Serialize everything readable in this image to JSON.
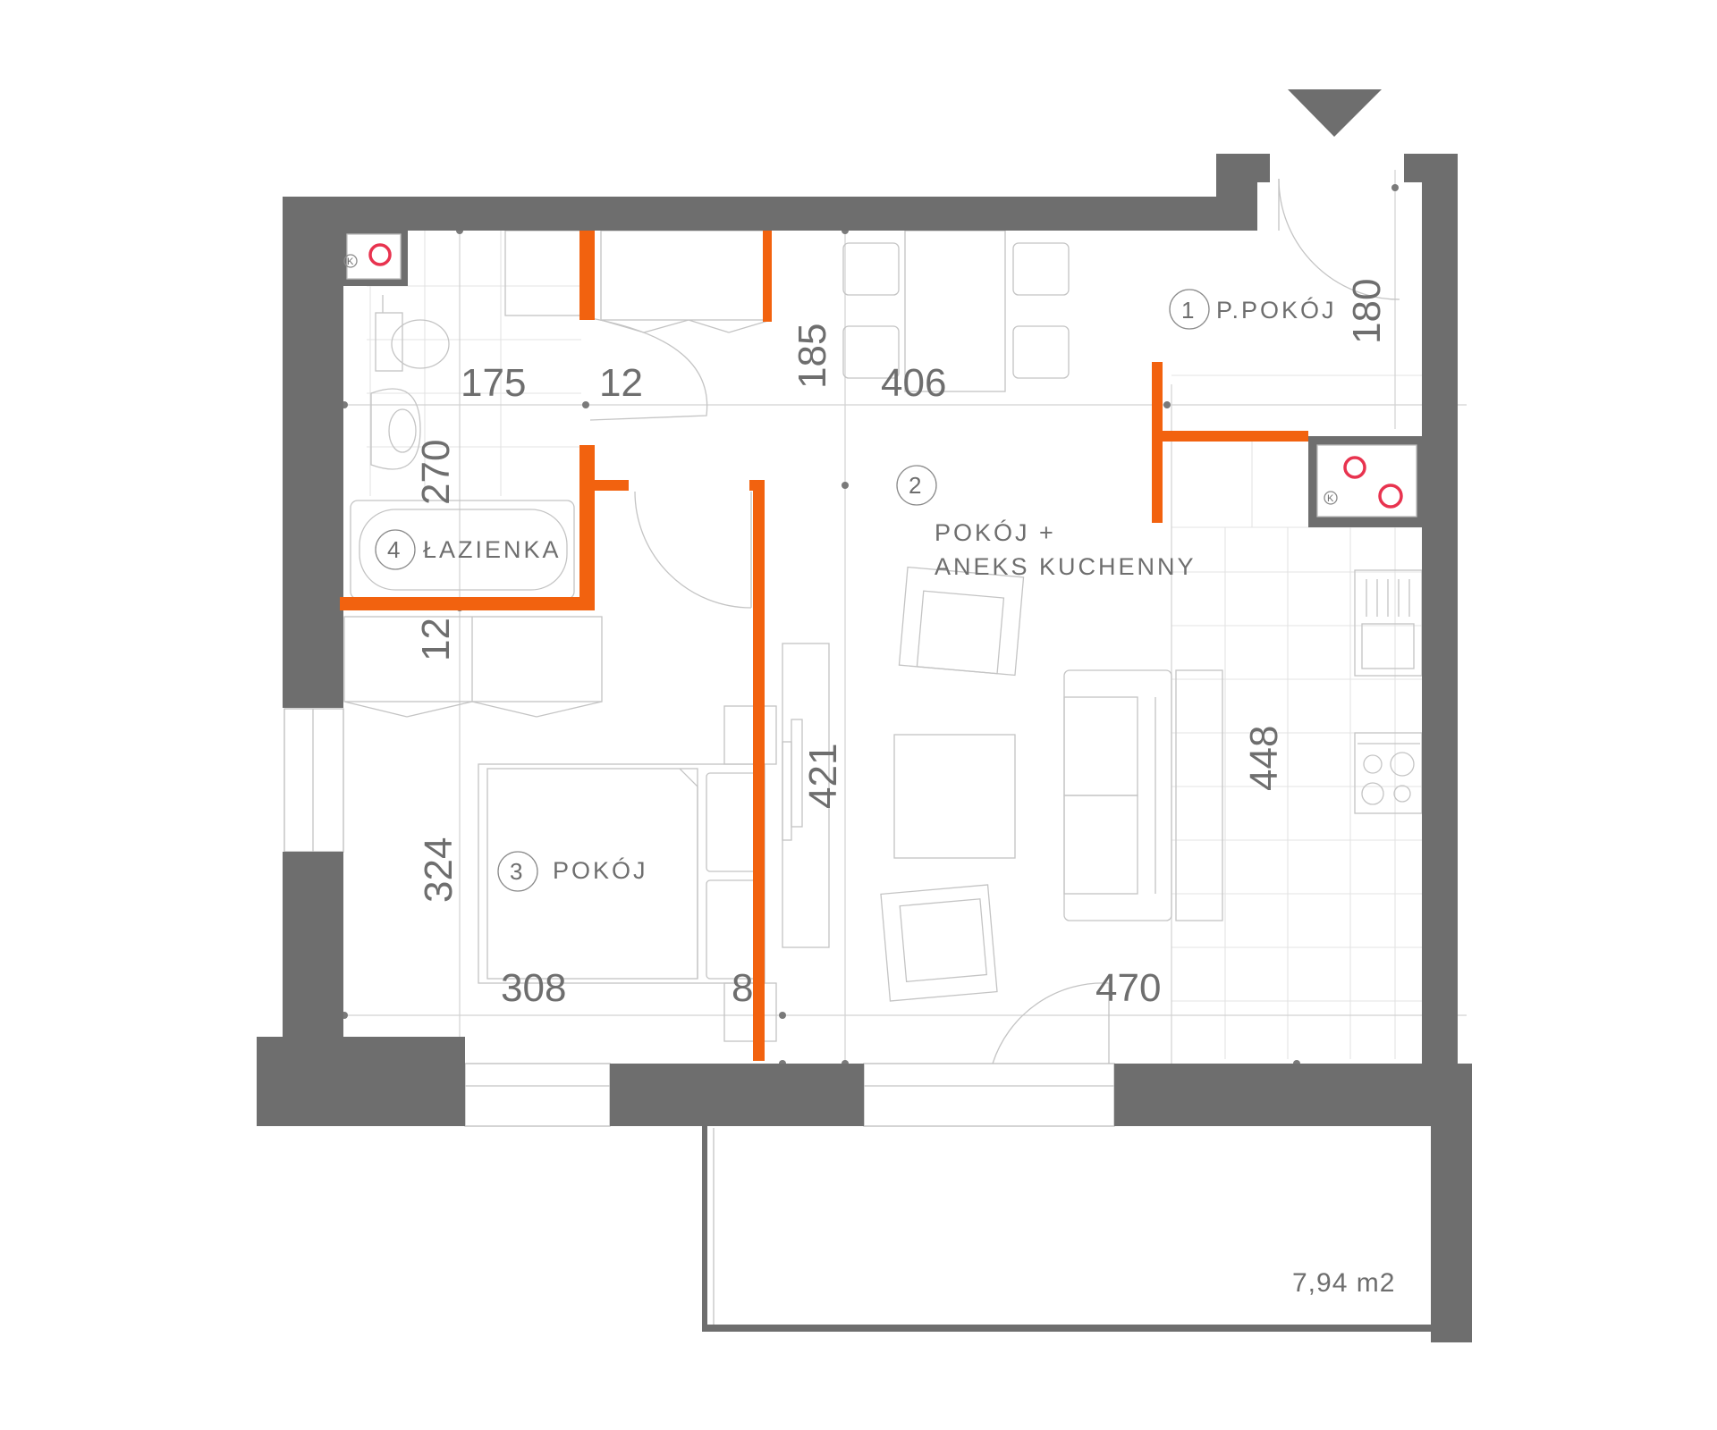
{
  "dimensions": {
    "d175": "175",
    "d12a": "12",
    "d185": "185",
    "d406": "406",
    "d180": "180",
    "d270": "270",
    "d12b": "12",
    "d421": "421",
    "d448": "448",
    "d324": "324",
    "d308": "308",
    "d8": "8",
    "d470": "470"
  },
  "rooms": [
    {
      "number": "1",
      "name": "P.POKÓJ"
    },
    {
      "number": "2",
      "name_line1": "POKÓJ +",
      "name_line2": "ANEKS KUCHENNY"
    },
    {
      "number": "3",
      "name": "POKÓJ"
    },
    {
      "number": "4",
      "name": "ŁAZIENKA"
    }
  ],
  "balcony": {
    "area": "7,94 m2"
  },
  "shafts": {
    "label_left": "K",
    "label_right": "K"
  },
  "icons": {
    "entrance": "entrance-arrow-icon"
  },
  "colors": {
    "walls": "#6e6e6e",
    "partitions": "#f2620f",
    "risers": "#e8334f"
  }
}
